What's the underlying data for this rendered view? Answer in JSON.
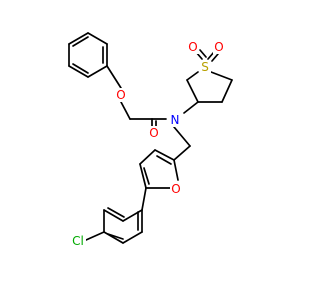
{
  "colors": {
    "bond": "#000000",
    "oxygen": "#ff0000",
    "nitrogen": "#0000ff",
    "sulfur": "#b8a000",
    "chlorine": "#00aa00",
    "background": "#ffffff"
  },
  "atoms": [
    {
      "id": "O_phenoxy",
      "text": "O",
      "color": "oxygen"
    },
    {
      "id": "O_carbonyl",
      "text": "O",
      "color": "oxygen"
    },
    {
      "id": "N_amide",
      "text": "N",
      "color": "nitrogen"
    },
    {
      "id": "S_sulfone",
      "text": "S",
      "color": "sulfur"
    },
    {
      "id": "O_sulfone_1",
      "text": "O",
      "color": "oxygen"
    },
    {
      "id": "O_sulfone_2",
      "text": "O",
      "color": "oxygen"
    },
    {
      "id": "O_furan",
      "text": "O",
      "color": "oxygen"
    },
    {
      "id": "Cl",
      "text": "Cl",
      "color": "chlorine"
    }
  ]
}
